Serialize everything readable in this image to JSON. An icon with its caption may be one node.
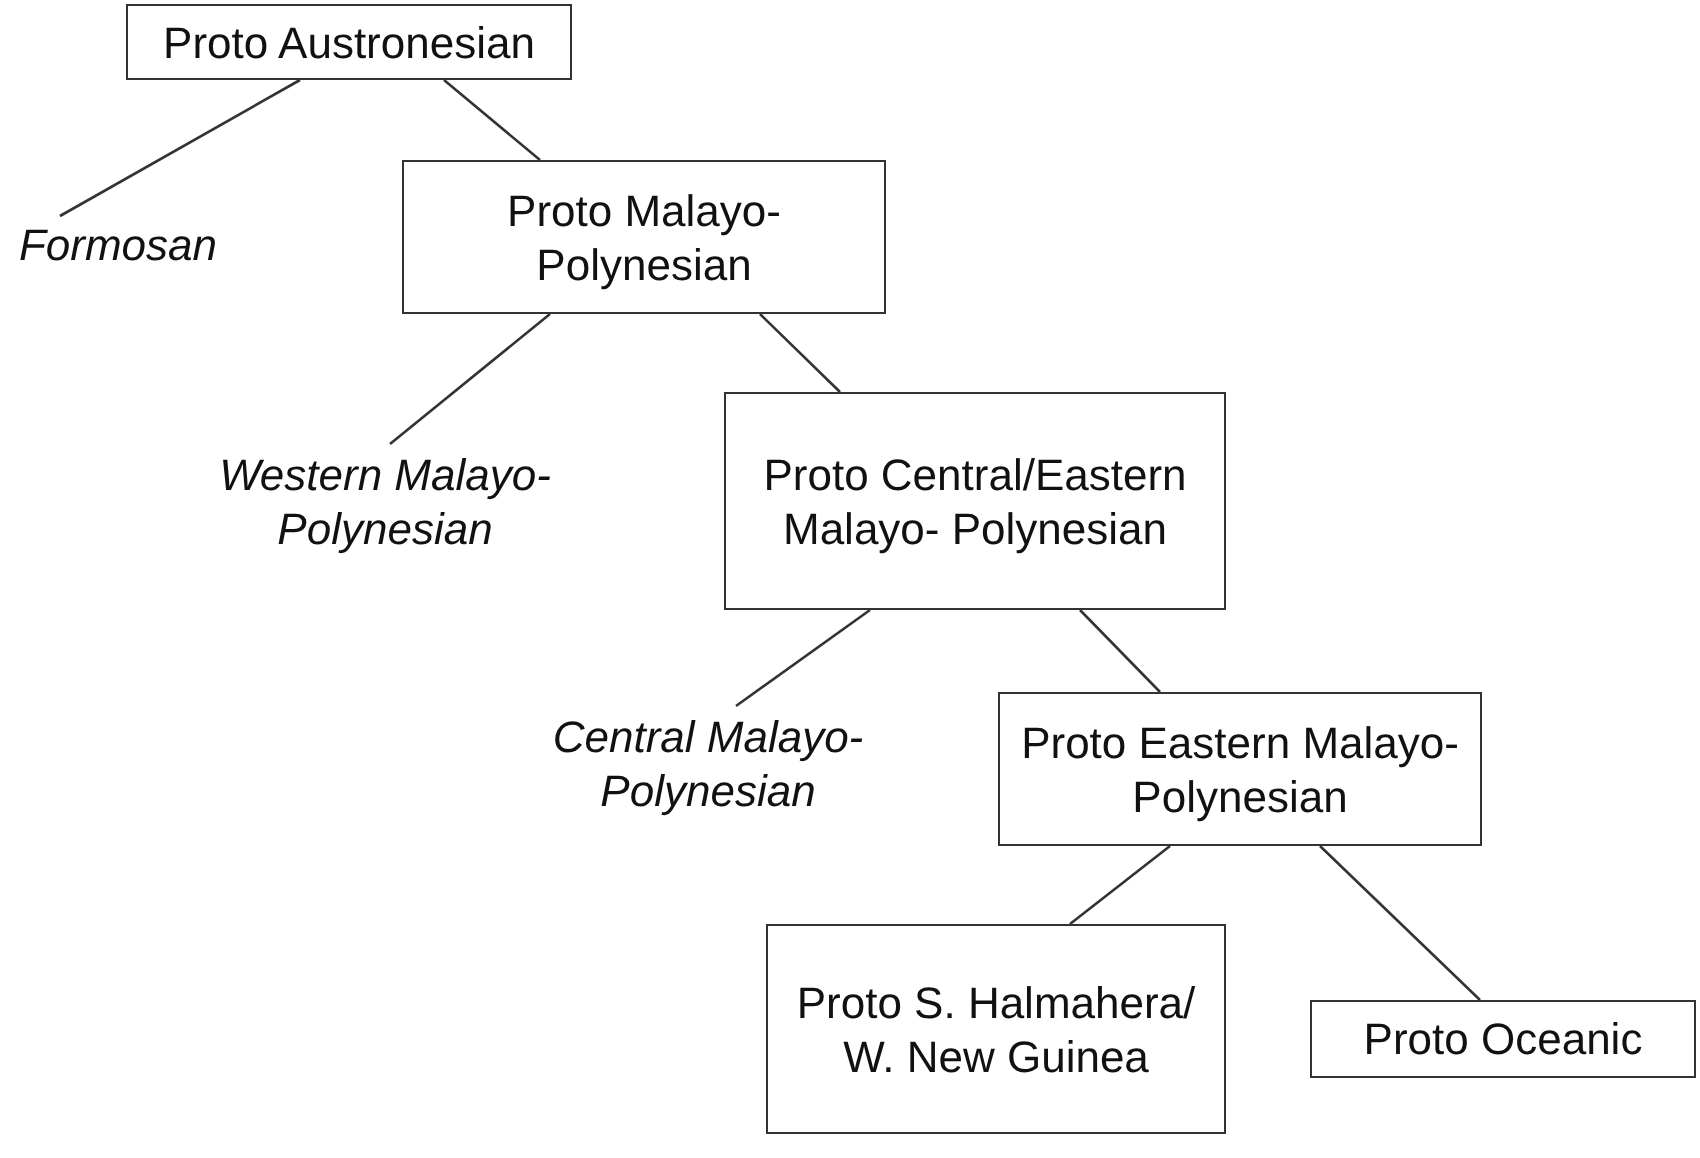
{
  "diagram": {
    "nodes": [
      {
        "text": [
          "Proto Austronesian"
        ]
      },
      {
        "text": [
          "Formosan"
        ]
      },
      {
        "text": [
          "Proto Malayo-Polynesian"
        ]
      },
      {
        "text": [
          "Western Malayo-Polynesian"
        ]
      },
      {
        "text": [
          "Proto Central/Eastern Malayo- Polynesian"
        ]
      },
      {
        "text": [
          "Central Malayo-Polynesian"
        ]
      },
      {
        "text": [
          "Proto Eastern Malayo-Polynesian"
        ]
      },
      {
        "text": [
          "Proto S. Halmahera/ W. New Guinea"
        ]
      },
      {
        "text": [
          "Proto Oceanic"
        ]
      }
    ],
    "edges": [
      {
        "from": 0,
        "to": 1,
        "arrow": "none"
      },
      {
        "from": 0,
        "to": 2,
        "arrow": "none"
      },
      {
        "from": 2,
        "to": 3,
        "arrow": "none"
      },
      {
        "from": 2,
        "to": 4,
        "arrow": "none"
      },
      {
        "from": 4,
        "to": 5,
        "arrow": "none"
      },
      {
        "from": 4,
        "to": 6,
        "arrow": "none"
      },
      {
        "from": 6,
        "to": 7,
        "arrow": "none"
      },
      {
        "from": 6,
        "to": 8,
        "arrow": "none"
      }
    ]
  }
}
